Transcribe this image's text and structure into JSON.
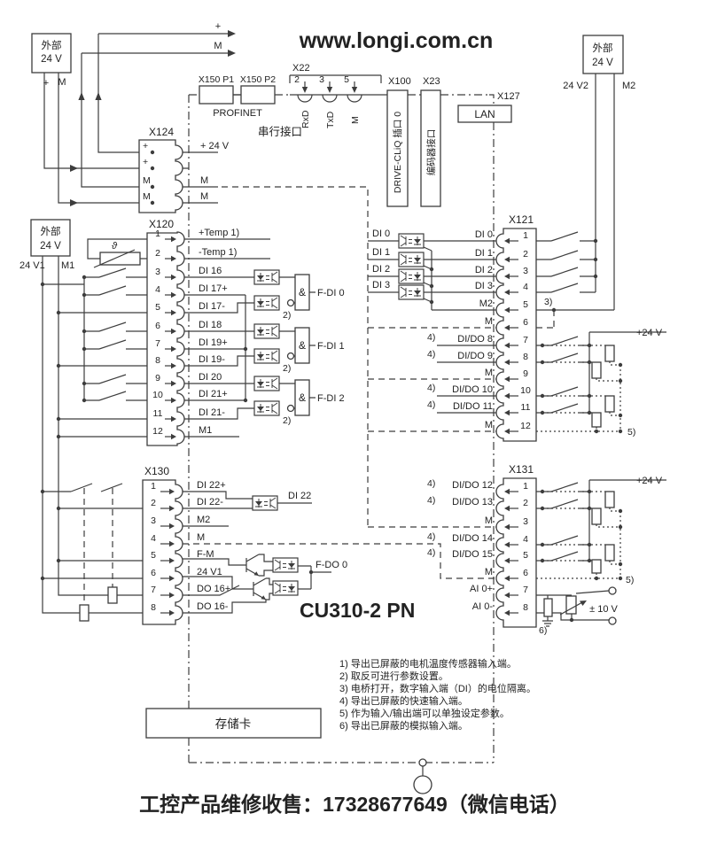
{
  "page": {
    "watermark": "www.longi.com.cn",
    "footer": "工控产品维修收售：17328677649（微信电话）",
    "device": "CU310-2 PN",
    "memory_card": "存储卡"
  },
  "supplies": {
    "s1": {
      "l1": "外部",
      "l2": "24 V",
      "a": "+",
      "b": "M"
    },
    "s2": {
      "l1": "外部",
      "l2": "24 V",
      "a": "24 V1",
      "b": "M1"
    },
    "s3": {
      "l1": "外部",
      "l2": "24 V",
      "a": "24 V2",
      "b": "M2"
    }
  },
  "top_arrows": {
    "plus": "+",
    "m": "M"
  },
  "x124": {
    "name": "X124",
    "pins": [
      "+",
      "+",
      "M",
      "M"
    ],
    "right": [
      "+ 24 V",
      "M",
      "M"
    ]
  },
  "profinet": {
    "p1": "X150 P1",
    "p2": "X150 P2",
    "label": "PROFINET"
  },
  "x22": {
    "name": "X22",
    "pins": [
      "2",
      "3",
      "5"
    ],
    "signals": [
      "RxD",
      "TxD",
      "M"
    ],
    "caption": "串行接口"
  },
  "x100": {
    "name": "X100",
    "label": "DRIVE-CLiQ 插口 0"
  },
  "x23": {
    "name": "X23",
    "label": "编码器接口"
  },
  "x127": {
    "name": "X127",
    "lan": "LAN"
  },
  "x120": {
    "name": "X120",
    "theta": "ϑ",
    "pins": [
      {
        "n": "1",
        "label": "+Temp  1)"
      },
      {
        "n": "2",
        "label": "-Temp  1)"
      },
      {
        "n": "3",
        "label": "DI 16"
      },
      {
        "n": "4",
        "label": "DI 17+"
      },
      {
        "n": "5",
        "label": "DI 17-"
      },
      {
        "n": "6",
        "label": "DI 18"
      },
      {
        "n": "7",
        "label": "DI 19+"
      },
      {
        "n": "8",
        "label": "DI 19-"
      },
      {
        "n": "9",
        "label": "DI 20"
      },
      {
        "n": "10",
        "label": "DI 21+"
      },
      {
        "n": "11",
        "label": "DI 21-"
      },
      {
        "n": "12",
        "label": "M1"
      }
    ]
  },
  "fdi": {
    "amp": "&",
    "outputs": [
      "F-DI 0",
      "F-DI 1",
      "F-DI 2"
    ],
    "inv_note": "2)"
  },
  "x121": {
    "name": "X121",
    "di_internal": [
      "DI 0",
      "DI 1",
      "DI 2",
      "DI 3"
    ],
    "note3": "3)",
    "note5": "5)",
    "p24": "+24 V",
    "pins": [
      {
        "n": "1",
        "label": "DI 0"
      },
      {
        "n": "2",
        "label": "DI 1"
      },
      {
        "n": "3",
        "label": "DI 2"
      },
      {
        "n": "4",
        "label": "DI 3"
      },
      {
        "n": "5",
        "label": "M2"
      },
      {
        "n": "6",
        "label": "M"
      },
      {
        "n": "7",
        "label": "DI/DO 8",
        "note": "4)"
      },
      {
        "n": "8",
        "label": "DI/DO 9",
        "note": "4)"
      },
      {
        "n": "9",
        "label": "M"
      },
      {
        "n": "10",
        "label": "DI/DO 10",
        "note": "4)"
      },
      {
        "n": "11",
        "label": "DI/DO 11",
        "note": "4)"
      },
      {
        "n": "12",
        "label": "M"
      }
    ]
  },
  "x130": {
    "name": "X130",
    "di22": "DI 22",
    "fdo": "F-DO 0",
    "pins": [
      {
        "n": "1",
        "label": "DI 22+"
      },
      {
        "n": "2",
        "label": "DI 22-"
      },
      {
        "n": "3",
        "label": "M2"
      },
      {
        "n": "4",
        "label": "M"
      },
      {
        "n": "5",
        "label": "F-M"
      },
      {
        "n": "6",
        "label": "24 V1"
      },
      {
        "n": "7",
        "label": "DO 16+"
      },
      {
        "n": "8",
        "label": "DO 16-"
      }
    ]
  },
  "x131": {
    "name": "X131",
    "note5": "5)",
    "note6": "6)",
    "p24": "+24 V",
    "range": "± 10 V",
    "pins": [
      {
        "n": "1",
        "label": "DI/DO 12",
        "note": "4)"
      },
      {
        "n": "2",
        "label": "DI/DO 13",
        "note": "4)"
      },
      {
        "n": "3",
        "label": "M"
      },
      {
        "n": "4",
        "label": "DI/DO 14",
        "note": "4)"
      },
      {
        "n": "5",
        "label": "DI/DO 15",
        "note": "4)"
      },
      {
        "n": "6",
        "label": "M"
      },
      {
        "n": "7",
        "label": "AI 0+"
      },
      {
        "n": "8",
        "label": "AI 0-"
      }
    ]
  },
  "footnotes": [
    "1)  导出已屏蔽的电机温度传感器输入端。",
    "2)  取反可进行参数设置。",
    "3)  电桥打开，数字输入端（DI）的电位隔离。",
    "4)  导出已屏蔽的快速输入端。",
    "5)  作为输入/输出端可以单独设定参数。",
    "6)  导出已屏蔽的模拟输入端。"
  ],
  "colors": {
    "red": "#e8301a",
    "line": "#3d3d3d"
  }
}
